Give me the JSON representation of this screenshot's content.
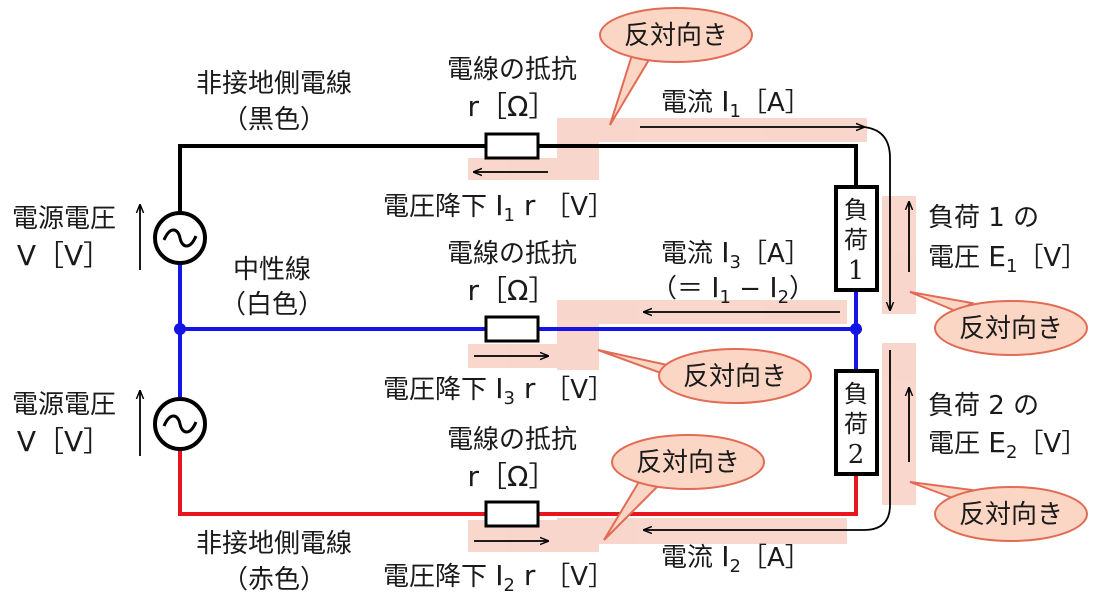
{
  "colors": {
    "black_wire": "#000000",
    "neutral_wire": "#1414e6",
    "red_wire": "#e8141e",
    "highlight": "#f8d0c4",
    "callout_fill": "#fbd6c4",
    "callout_stroke": "#e26b55"
  },
  "top_wire_label": {
    "line1": "非接地側電線",
    "line2": "（黒色）"
  },
  "bottom_wire_label": {
    "line1": "非接地側電線",
    "line2": "（赤色）"
  },
  "neutral_label": {
    "line1": "中性線",
    "line2": "（白色）"
  },
  "source_label": {
    "line1": "電源電圧",
    "var": "V",
    "unit": "［V］"
  },
  "ac_symbol": "~",
  "resistor_label": {
    "line1": "電線の抵抗",
    "var": "r",
    "unit": "［Ω］"
  },
  "current1": {
    "prefix": "電流 ",
    "var": "I",
    "sub": "1",
    "unit": "［A］"
  },
  "current3": {
    "prefix": "電流 ",
    "var": "I",
    "sub": "3",
    "unit": "［A］",
    "eq_open": "（＝ ",
    "eq_a": "I",
    "eq_a_sub": "1",
    "eq_minus": " − ",
    "eq_b": "I",
    "eq_b_sub": "2",
    "eq_close": "）"
  },
  "current2": {
    "prefix": "電流 ",
    "var": "I",
    "sub": "2",
    "unit": "［A］"
  },
  "drop1": {
    "prefix": "電圧降下 ",
    "var": "I",
    "sub": "1",
    "r": " r ",
    "unit": "［V］"
  },
  "drop3": {
    "prefix": "電圧降下 ",
    "var": "I",
    "sub": "3",
    "r": " r ",
    "unit": "［V］"
  },
  "drop2": {
    "prefix": "電圧降下 ",
    "var": "I",
    "sub": "2",
    "r": " r ",
    "unit": "［V］"
  },
  "load1": {
    "char1": "負",
    "char2": "荷",
    "num": "1"
  },
  "load2": {
    "char1": "負",
    "char2": "荷",
    "num": "2"
  },
  "load1_voltage": {
    "line1": "負荷 1 の",
    "line2_prefix": "電圧 ",
    "var": "E",
    "sub": "1",
    "unit": "［V］"
  },
  "load2_voltage": {
    "line1": "負荷 2 の",
    "line2_prefix": "電圧 ",
    "var": "E",
    "sub": "2",
    "unit": "［V］"
  },
  "callout_text": "反対向き"
}
